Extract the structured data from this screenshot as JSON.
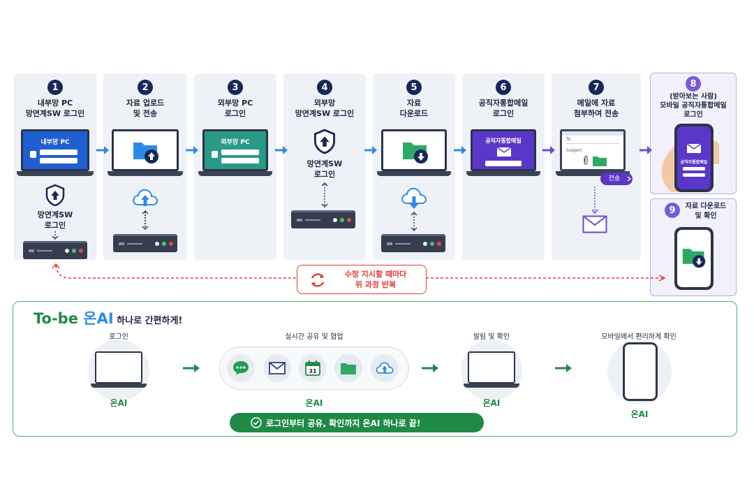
{
  "steps": [
    {
      "num": "1",
      "title": "내부망 PC\n망연계SW 로그인",
      "screen_label": "내부망 PC",
      "sub_label": "망연계SW\n로그인"
    },
    {
      "num": "2",
      "title": "자료 업로드\n및 전송"
    },
    {
      "num": "3",
      "title": "외부망 PC\n로그인",
      "screen_label": "외부망 PC"
    },
    {
      "num": "4",
      "title": "외부망\n망연계SW 로그인",
      "sub_label": "망연계SW\n로그인"
    },
    {
      "num": "5",
      "title": "자료\n다운로드"
    },
    {
      "num": "6",
      "title": "공직자통합메일\n로그인",
      "screen_label": "공직자통합메일"
    },
    {
      "num": "7",
      "title": "메일에 자료\n첨부하여 전송",
      "mail_to": "To",
      "mail_subject": "Subject",
      "send_button": "전송"
    },
    {
      "num": "8",
      "title": "(받아보는 사람)\n모바일 공직자통합메일\n로그인",
      "phone_label": "공직자통합메일"
    },
    {
      "num": "9",
      "title": "자료 다운로드\n및 확인"
    }
  ],
  "repeat_note": "수정 지시할 때마다\n위 과정 반복",
  "tobe": {
    "title_prefix": "To-be ",
    "title_brand": "온AI",
    "title_suffix": " 하나로 간편하게!",
    "items": [
      {
        "caption": "로그인",
        "name": "온AI"
      },
      {
        "caption": "실시간 공유 및 협업",
        "name": "온AI"
      },
      {
        "caption": "알림 및 확인",
        "name": "온AI"
      },
      {
        "caption": "모바일에서 편리하게 확인",
        "name": "온AI"
      }
    ],
    "calendar_day": "31",
    "banner": "로그인부터 공유, 확인까지 온AI 하나로 끝!"
  },
  "colors": {
    "navy": "#16285a",
    "blue_screen": "#1f5fd0",
    "teal_screen": "#2a9a86",
    "purple_screen": "#5a36c9",
    "arrow_blue": "#2d8be8",
    "arrow_purple": "#6a4bd6",
    "repeat_red": "#e23b3b",
    "green": "#1f8a46"
  },
  "icons": [
    "shield-icon",
    "folder-upload-icon",
    "cloud-upload-icon",
    "cloud-download-icon",
    "folder-download-icon",
    "envelope-icon",
    "phone-icon",
    "repeat-icon",
    "chat-icon",
    "calendar-icon",
    "check-icon"
  ]
}
